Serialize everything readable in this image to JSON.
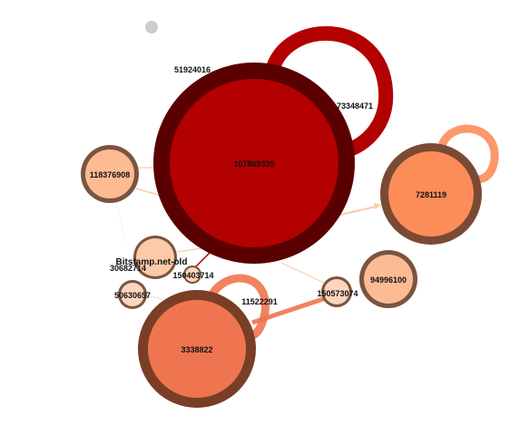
{
  "graph": {
    "nodes": [
      {
        "id": "107869339",
        "label": "107869339",
        "fill": "#b30000",
        "ring": "#5a0000"
      },
      {
        "id": "7281119",
        "label": "7281119",
        "fill": "#fc8d59",
        "ring": "#7a4a35"
      },
      {
        "id": "3338822",
        "label": "3338822",
        "fill": "#ef7550",
        "ring": "#7a3e26"
      },
      {
        "id": "118376908",
        "label": "118376908",
        "fill": "#fdbb94",
        "ring": "#7a5440"
      },
      {
        "id": "94996100",
        "label": "94996100",
        "fill": "#fdbb94",
        "ring": "#7a5440"
      },
      {
        "id": "150573074",
        "label": "150573074",
        "fill": "#fdd5bd",
        "ring": "#7a5440"
      },
      {
        "id": "bitstamp",
        "label": "Bitstamp.net-old",
        "fill": "#fdcaa8",
        "ring": "#7a5440"
      },
      {
        "id": "50630657",
        "label": "50630657",
        "fill": "#fdd5bd",
        "ring": "#7a5440"
      },
      {
        "id": "150403714",
        "label": "150403714",
        "fill": "#fdd5bd",
        "ring": "#7a5440"
      },
      {
        "id": "grey",
        "label": "",
        "fill": "#cccccc",
        "ring": "#cccccc"
      }
    ],
    "free_labels": [
      {
        "id": "51924016",
        "text": "51924016"
      },
      {
        "id": "73348471",
        "text": "73348471"
      },
      {
        "id": "30682714",
        "text": "30682714"
      },
      {
        "id": "11522291",
        "text": "11522291"
      }
    ],
    "edge_colors": {
      "dark": "#b30000",
      "orange": "#ef7550",
      "peach": "#fc8d59",
      "light": "#fdcaa8"
    }
  }
}
